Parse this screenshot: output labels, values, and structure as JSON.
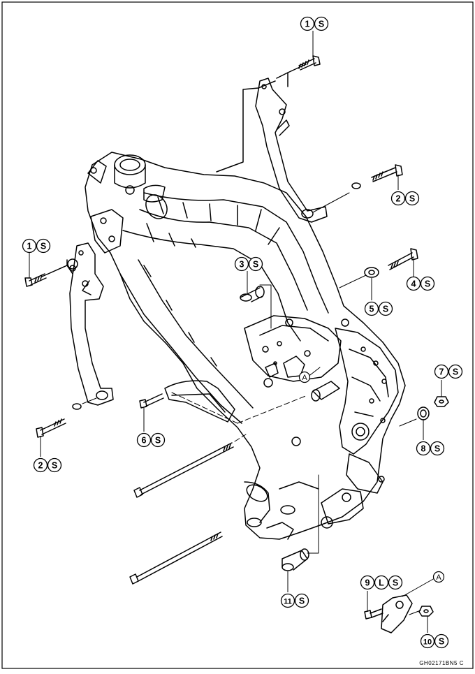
{
  "diagram": {
    "callouts": [
      {
        "id": "c1-top",
        "num": "1",
        "codes": [
          "S"
        ]
      },
      {
        "id": "c1-left",
        "num": "1",
        "codes": [
          "S"
        ]
      },
      {
        "id": "c2-right",
        "num": "2",
        "codes": [
          "S"
        ]
      },
      {
        "id": "c2-left",
        "num": "2",
        "codes": [
          "S"
        ]
      },
      {
        "id": "c3",
        "num": "3",
        "codes": [
          "S"
        ]
      },
      {
        "id": "c4",
        "num": "4",
        "codes": [
          "S"
        ]
      },
      {
        "id": "c5",
        "num": "5",
        "codes": [
          "S"
        ]
      },
      {
        "id": "c6",
        "num": "6",
        "codes": [
          "S"
        ]
      },
      {
        "id": "c7",
        "num": "7",
        "codes": [
          "S"
        ]
      },
      {
        "id": "c8",
        "num": "8",
        "codes": [
          "S"
        ]
      },
      {
        "id": "c9",
        "num": "9",
        "codes": [
          "L",
          "S"
        ]
      },
      {
        "id": "c10",
        "num": "10",
        "codes": [
          "S"
        ]
      },
      {
        "id": "c11",
        "num": "11",
        "codes": [
          "S"
        ]
      }
    ],
    "ref_a_frame": "A",
    "ref_a_bracket": "A",
    "figure_code": "GH02171BN5 C"
  }
}
